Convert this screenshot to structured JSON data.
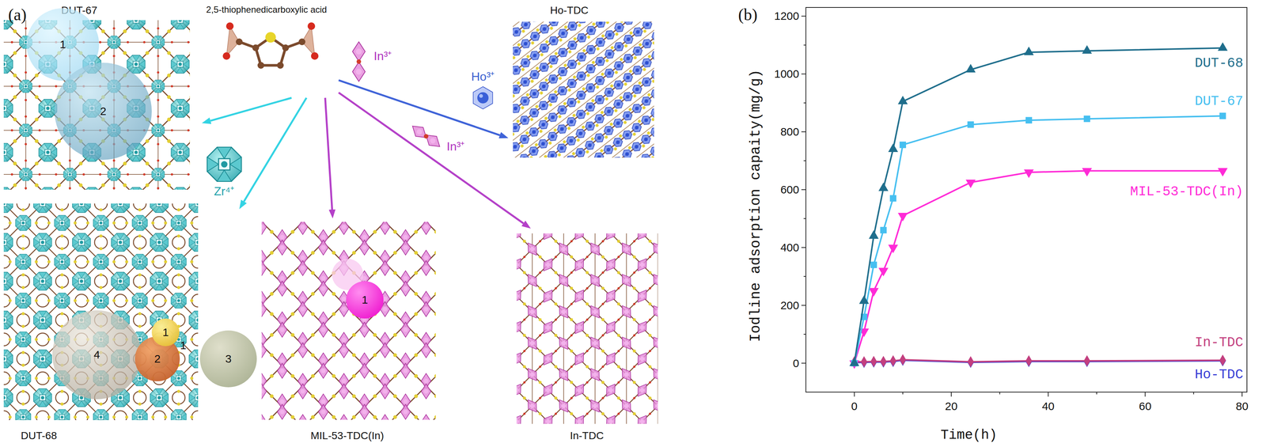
{
  "diagram": {
    "nodes": [
      {
        "text": [
          "DUT-67"
        ]
      },
      {
        "text": [
          "1"
        ],
        "in": 0
      },
      {
        "text": [
          "2"
        ],
        "in": 0
      },
      {
        "text": [
          "2,5-thiophenedicarboxylic acid"
        ]
      },
      {
        "text": [
          "Ho-TDC"
        ]
      },
      {
        "text": [
          "DUT-68"
        ]
      },
      {
        "text": [
          "1"
        ],
        "in": 5
      },
      {
        "text": [
          "2"
        ],
        "in": 5
      },
      {
        "text": [
          "3"
        ],
        "in": 5
      },
      {
        "text": [
          "4"
        ],
        "in": 5
      },
      {
        "text": [
          "MIL-53-TDC(In)"
        ]
      },
      {
        "text": [
          "1"
        ],
        "in": 10
      },
      {
        "text": [
          "In-TDC"
        ]
      }
    ],
    "edges": [
      {
        "from": 3,
        "to": 0,
        "arrow": "to"
      },
      {
        "from": 3,
        "to": 5,
        "arrow": "to"
      },
      {
        "from": 3,
        "to": 10,
        "arrow": "to",
        "label": "In³⁺"
      },
      {
        "from": 3,
        "to": 12,
        "arrow": "to",
        "label": "In³⁺"
      },
      {
        "from": 3,
        "to": 4,
        "arrow": "to",
        "label": "Ho³⁺"
      }
    ],
    "labels": [
      "(a)",
      "Zr⁴⁺",
      "1",
      "(b)",
      "0",
      "200",
      "400",
      "600",
      "800",
      "1000",
      "1200",
      "0",
      "20",
      "40",
      "60",
      "80",
      "Iodline adsorption capaity(mg/g)",
      "Time(h)",
      "DUT-68",
      "DUT-67",
      "MIL-53-TDC(In)",
      "In-TDC",
      "Ho-TDC"
    ]
  }
}
